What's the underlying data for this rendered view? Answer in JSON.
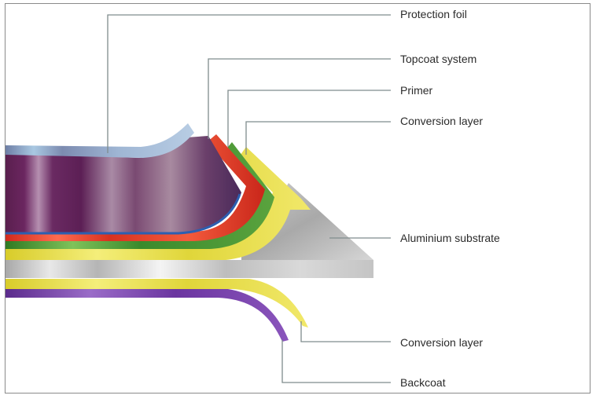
{
  "labels": {
    "protection_foil": "Protection foil",
    "topcoat_system": "Topcoat system",
    "primer": "Primer",
    "conversion_layer_top": "Conversion layer",
    "aluminium_substrate": "Aluminium substrate",
    "conversion_layer_bottom": "Conversion layer",
    "backcoat": "Backcoat"
  },
  "colors": {
    "protection_foil": "#7a2f6a",
    "topcoat": "#e23a2a",
    "primer": "#3e8a2c",
    "conversion_layer": "#e2d63a",
    "aluminium": "#c9c9c9",
    "backcoat": "#7b3fa8",
    "leader_line": "#7f8c8d"
  }
}
